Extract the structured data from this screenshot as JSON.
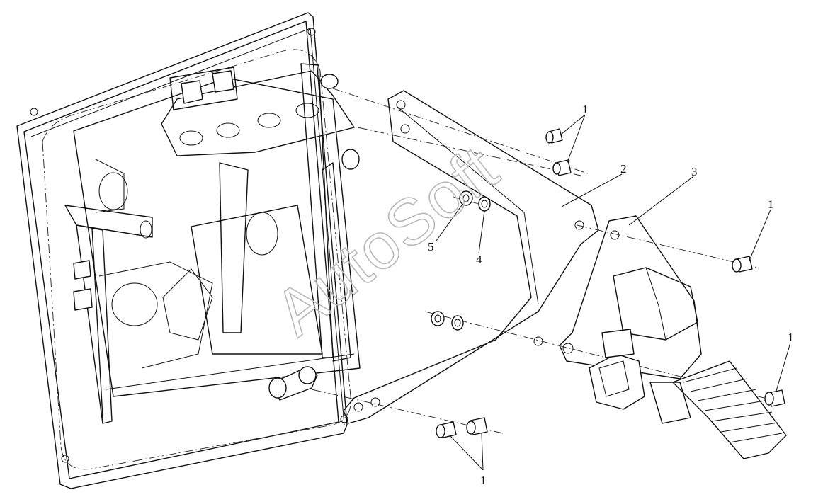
{
  "watermark": "AutoSoft",
  "callouts": {
    "c1_top": "1",
    "c2": "2",
    "c3": "3",
    "c1_right_upper": "1",
    "c5": "5",
    "c4": "4",
    "c1_right_lower": "1",
    "c1_bottom": "1"
  },
  "colors": {
    "line": "#111111",
    "background": "#ffffff",
    "watermark": "#b8b8b8"
  }
}
